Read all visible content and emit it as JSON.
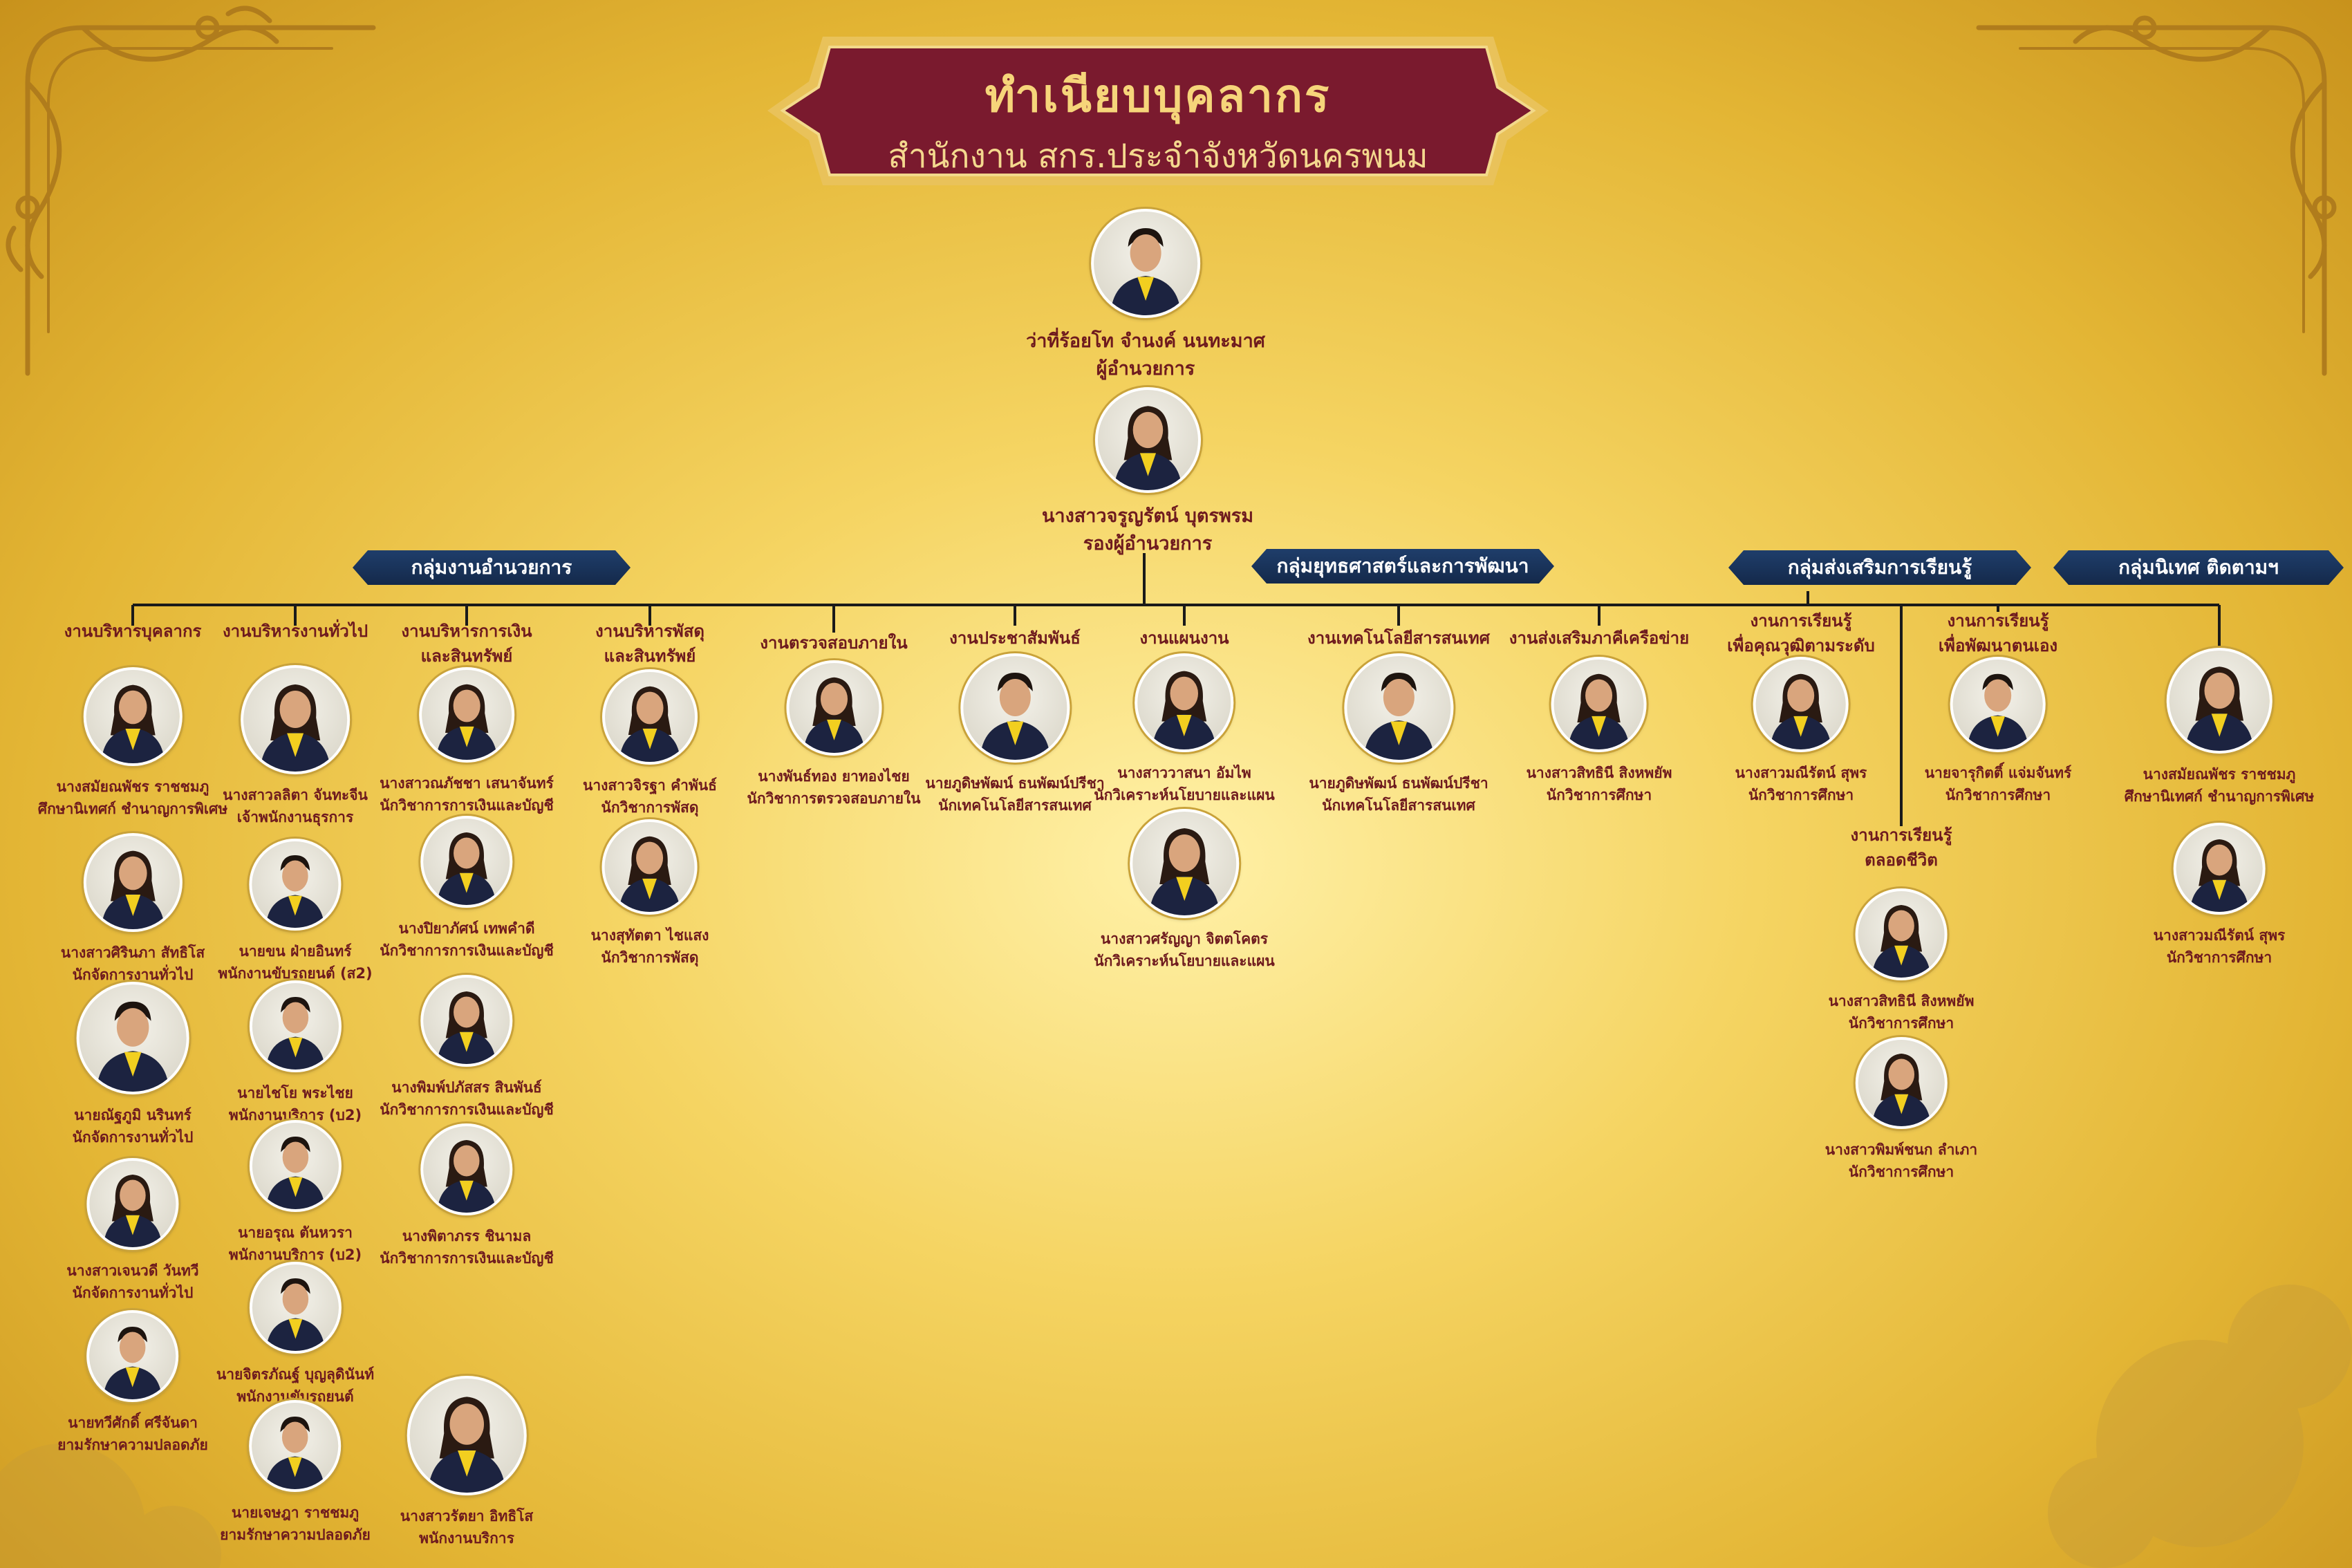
{
  "header": {
    "title": "ทำเนียบบุคลากร",
    "subtitle": "สำนักงาน สกร.ประจำจังหวัดนครพนม"
  },
  "director": {
    "name": "ว่าที่ร้อยโท จำนงค์ นนทะมาศ",
    "position": "ผู้อำนวยการ"
  },
  "deputy": {
    "name": "นางสาวจรูญรัตน์ บุตรพรม",
    "position": "รองผู้อำนวยการ"
  },
  "groups": [
    {
      "id": "g1",
      "label": "กลุ่มงานอำนวยการ"
    },
    {
      "id": "g2",
      "label": "กลุ่มยุทธศาสตร์และการพัฒนา"
    },
    {
      "id": "g3",
      "label": "กลุ่มส่งเสริมการเรียนรู้"
    },
    {
      "id": "g4",
      "label": "กลุ่มนิเทศ ติดตามฯ"
    }
  ],
  "sections": [
    {
      "id": "s1",
      "title": [
        "งานบริหารบุคลากร"
      ],
      "members": [
        {
          "name": "นางสมัยณพัชร ราชชมภู",
          "position": "ศึกษานิเทศก์ ชำนาญการพิเศษ"
        },
        {
          "name": "นางสาวศิรินภา สัทธิโส",
          "position": "นักจัดการงานทั่วไป"
        },
        {
          "name": "นายณัฐภูมิ นรินทร์",
          "position": "นักจัดการงานทั่วไป"
        },
        {
          "name": "นางสาวเจนวดี วันทวี",
          "position": "นักจัดการงานทั่วไป"
        },
        {
          "name": "นายทวีศักดิ์ ศรีจันดา",
          "position": "ยามรักษาความปลอดภัย"
        }
      ]
    },
    {
      "id": "s2",
      "title": [
        "งานบริหารงานทั่วไป"
      ],
      "members": [
        {
          "name": "นางสาวลลิตา จันทะจีน",
          "position": "เจ้าพนักงานธุรการ"
        },
        {
          "name": "นายขน ฝ่ายอินทร์",
          "position": "พนักงานขับรถยนต์ (ส2)"
        },
        {
          "name": "นายไชโย พระไชย",
          "position": "พนักงานบริการ (บ2)"
        },
        {
          "name": "นายอรุณ ตันหวรา",
          "position": "พนักงานบริการ (บ2)"
        },
        {
          "name": "นายจิตรภัณฐ์ บุญลุดินันท์",
          "position": "พนักงานขับรถยนต์"
        },
        {
          "name": "นายเจษฎา ราชชมภู",
          "position": "ยามรักษาความปลอดภัย"
        }
      ]
    },
    {
      "id": "s3",
      "title": [
        "งานบริหารการเงิน",
        "และสินทรัพย์"
      ],
      "members": [
        {
          "name": "นางสาวณภัชชา เสนาจันทร์",
          "position": "นักวิชาการการเงินและบัญชี"
        },
        {
          "name": "นางปิยาภัศน์ เทพคำดี",
          "position": "นักวิชาการการเงินและบัญชี"
        },
        {
          "name": "นางพิมพ์ปภัสสร สินพันธ์",
          "position": "นักวิชาการการเงินและบัญชี"
        },
        {
          "name": "นางพิตาภรร ชินามล",
          "position": "นักวิชาการการเงินและบัญชี"
        },
        {
          "name": "นางสาวรัตยา อิทธิโส",
          "position": "พนักงานบริการ"
        }
      ]
    },
    {
      "id": "s4",
      "title": [
        "งานบริหารพัสดุ",
        "และสินทรัพย์"
      ],
      "members": [
        {
          "name": "นางสาวจิรฐา คำพันธ์",
          "position": "นักวิชาการพัสดุ"
        },
        {
          "name": "นางสุทัตตา ไชแสง",
          "position": "นักวิชาการพัสดุ"
        }
      ]
    },
    {
      "id": "s5",
      "title": [
        "งานตรวจสอบภายใน"
      ],
      "members": [
        {
          "name": "นางพันธ์ทอง ยาทองไชย",
          "position": "นักวิชาการตรวจสอบภายใน"
        }
      ]
    },
    {
      "id": "s6",
      "title": [
        "งานประชาสัมพันธ์"
      ],
      "members": [
        {
          "name": "นายภูดิษพัฒน์ ธนพัฒน์ปรีชา",
          "position": "นักเทคโนโลยีสารสนเทศ"
        }
      ]
    },
    {
      "id": "s7",
      "title": [
        "งานแผนงาน"
      ],
      "members": [
        {
          "name": "นางสาววาสนา อัมไพ",
          "position": "นักวิเคราะห์นโยบายและแผน"
        },
        {
          "name": "นางสาวศรัญญา จิตตโคตร",
          "position": "นักวิเคราะห์นโยบายและแผน"
        }
      ]
    },
    {
      "id": "s8",
      "title": [
        "งานเทคโนโลยีสารสนเทศ"
      ],
      "members": [
        {
          "name": "นายภูดิษพัฒน์ ธนพัฒน์ปรีชา",
          "position": "นักเทคโนโลยีสารสนเทศ"
        }
      ]
    },
    {
      "id": "s9",
      "title": [
        "งานส่งเสริมภาคีเครือข่าย"
      ],
      "members": [
        {
          "name": "นางสาวสิทธินี สิงหพยัพ",
          "position": "นักวิชาการศึกษา"
        }
      ]
    },
    {
      "id": "s10",
      "title": [
        "งานการเรียนรู้",
        "เพื่อคุณวุฒิตามระดับ"
      ],
      "members": [
        {
          "name": "นางสาวมณีรัตน์ สุพร",
          "position": "นักวิชาการศึกษา"
        }
      ]
    },
    {
      "id": "s11",
      "title": [
        "งานการเรียนรู้",
        "เพื่อพัฒนาตนเอง"
      ],
      "members": [
        {
          "name": "นายจารุกิตติ์ แจ่มจันทร์",
          "position": "นักวิชาการศึกษา"
        }
      ]
    },
    {
      "id": "s12",
      "title": [
        "งานการเรียนรู้",
        "ตลอดชีวิต"
      ],
      "members": [
        {
          "name": "นางสาวสิทธินี สิงหพยัพ",
          "position": "นักวิชาการศึกษา"
        },
        {
          "name": "นางสาวพิมพ์ชนก ลำเภา",
          "position": "นักวิชาการศึกษา"
        }
      ]
    },
    {
      "id": "s13",
      "title": [],
      "members": [
        {
          "name": "นางสมัยณพัชร ราชชมภู",
          "position": "ศึกษานิเทศก์ ชำนาญการพิเศษ"
        },
        {
          "name": "นางสาวมณีรัตน์ สุพร",
          "position": "นักวิชาการศึกษา"
        }
      ]
    }
  ],
  "colors": {
    "banner_fill": "#7a1a2e",
    "banner_border": "#e9c25a",
    "pill_fill": "#1f3e6b",
    "name_text": "#6e1a1e",
    "line": "#1a1a1a",
    "shirt_yellow": "#f2cf1f",
    "jacket": "#1c2340"
  }
}
